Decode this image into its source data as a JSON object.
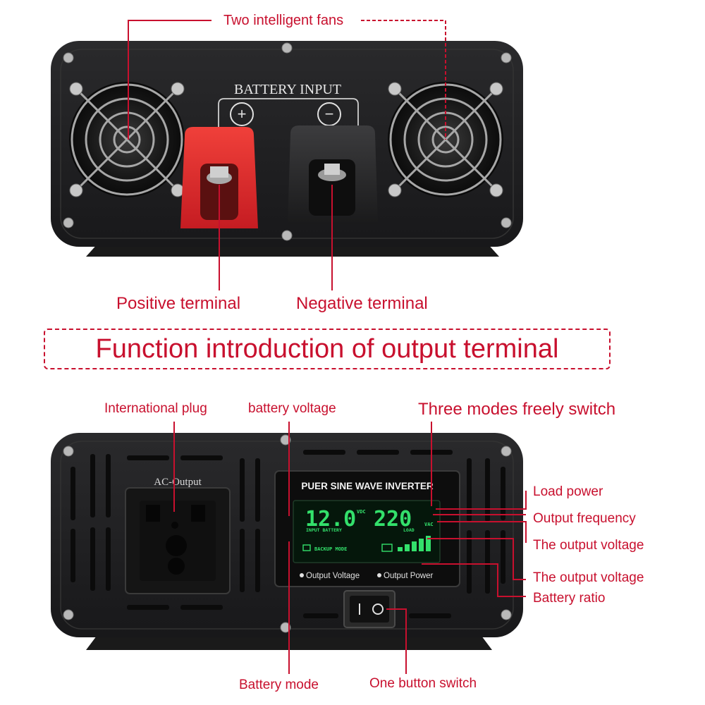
{
  "top_panel": {
    "battery_input_label": "BATTERY INPUT",
    "plus_symbol": "+",
    "minus_symbol": "−"
  },
  "top_labels": {
    "fans": "Two intelligent fans",
    "positive": "Positive terminal",
    "negative": "Negative terminal"
  },
  "section_title": "Function introduction of output terminal",
  "bottom_panel": {
    "ac_output_label": "AC-Output",
    "display_title": "PUER SINE WAVE INVERTER",
    "lcd_left_value": "12.0",
    "lcd_left_unit": "VDC",
    "lcd_left_caption": "INPUT BATTERY",
    "lcd_right_value": "220",
    "lcd_right_unit": "VAC",
    "lcd_right_caption": "LOAD",
    "lcd_mode": "BACKUP MODE",
    "button_output_voltage": "Output Voltage",
    "button_output_power": "Output Power"
  },
  "bottom_labels": {
    "international_plug": "International plug",
    "battery_voltage": "battery voltage",
    "three_modes": "Three modes freely switch",
    "load_power": "Load power",
    "output_frequency": "Output frequency",
    "output_voltage_1": "The output voltage",
    "output_voltage_2": "The output voltage",
    "battery_ratio": "Battery ratio",
    "battery_mode": "Battery mode",
    "one_button_switch": "One button switch"
  },
  "colors": {
    "accent_red": "#c8102e",
    "lcd_green": "#33e06b",
    "terminal_red": "#e1262b",
    "chassis": "#1d1d1f"
  }
}
